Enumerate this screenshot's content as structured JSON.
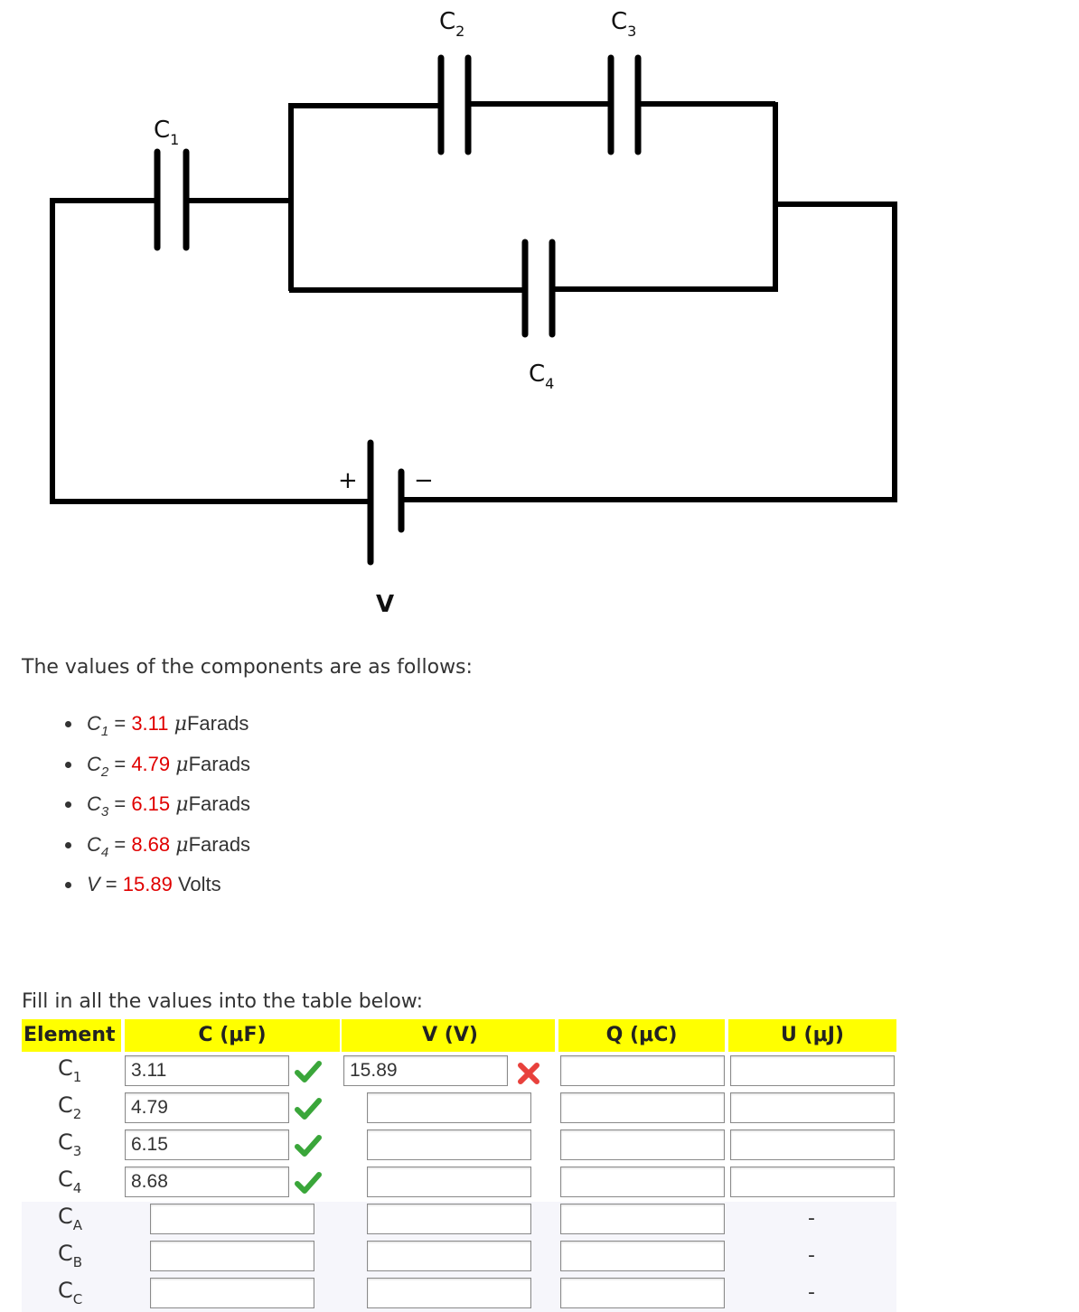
{
  "circuit": {
    "labels": {
      "c1": {
        "main": "C",
        "sub": "1"
      },
      "c2": {
        "main": "C",
        "sub": "2"
      },
      "c3": {
        "main": "C",
        "sub": "3"
      },
      "c4": {
        "main": "C",
        "sub": "4"
      },
      "v": "V",
      "plus": "+",
      "minus": "−"
    }
  },
  "intro": "The values of the components are as follows:",
  "values": [
    {
      "sym": "C",
      "sub": "1",
      "eq": " = ",
      "val": "3.11",
      "unit_mu": "μ",
      "unit": "Farads"
    },
    {
      "sym": "C",
      "sub": "2",
      "eq": " = ",
      "val": "4.79",
      "unit_mu": "μ",
      "unit": "Farads"
    },
    {
      "sym": "C",
      "sub": "3",
      "eq": " = ",
      "val": "6.15",
      "unit_mu": "μ",
      "unit": "Farads"
    },
    {
      "sym": "C",
      "sub": "4",
      "eq": " = ",
      "val": "8.68",
      "unit_mu": "μ",
      "unit": "Farads"
    },
    {
      "sym": "V",
      "sub": "",
      "eq": " = ",
      "val": "15.89",
      "unit_mu": "",
      "unit": " Volts"
    }
  ],
  "fill_text": "Fill in all the values into the table below:",
  "table": {
    "headers": {
      "element": "Element",
      "c": "C (μF)",
      "v": "V (V)",
      "q": "Q (μC)",
      "u": "U (μJ)"
    },
    "rows": [
      {
        "main": "C",
        "sub": "1",
        "c": "3.11",
        "v": "15.89",
        "q": "",
        "u": ""
      },
      {
        "main": "C",
        "sub": "2",
        "c": "4.79",
        "v": "",
        "q": "",
        "u": ""
      },
      {
        "main": "C",
        "sub": "3",
        "c": "6.15",
        "v": "",
        "q": "",
        "u": ""
      },
      {
        "main": "C",
        "sub": "4",
        "c": "8.68",
        "v": "",
        "q": "",
        "u": ""
      },
      {
        "main": "C",
        "sub": "A",
        "c": "",
        "v": "",
        "q": "",
        "u": "-"
      },
      {
        "main": "C",
        "sub": "B",
        "c": "",
        "v": "",
        "q": "",
        "u": "-"
      },
      {
        "main": "C",
        "sub": "C",
        "c": "",
        "v": "",
        "q": "",
        "u": "-"
      }
    ]
  },
  "colors": {
    "highlight": "#ffff00",
    "value_red": "#e00000",
    "check_green": "#3aa63a",
    "cross_red": "#e8413c"
  }
}
